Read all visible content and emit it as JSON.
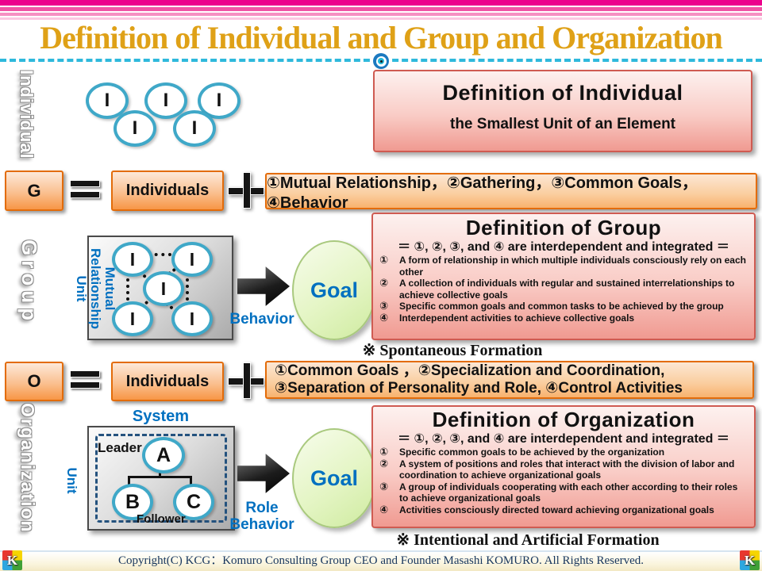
{
  "title": "Definition of Individual and Group and Organization",
  "individual": {
    "section_label": "Individual",
    "unit_letter": "I",
    "definition_title": "Definition of Individual",
    "definition_subtitle": "the Smallest Unit of an Element"
  },
  "group_formula": {
    "g": "G",
    "equals": "=",
    "individuals": "Individuals",
    "plus": "+",
    "components": "①Mutual Relationship，②Gathering，③Common Goals，④Behavior"
  },
  "group": {
    "section_label": "Group",
    "unit_letter": "I",
    "unit_label_line1": "Mutual",
    "unit_label_line2": "Relationship",
    "unit_label_line3": "Unit",
    "behavior_label": "Behavior",
    "goal_label": "Goal",
    "definition_title": "Definition of Group",
    "definition_subtitle": "＝ ①, ②, ③, and ④ are interdependent and integrated ＝",
    "items": [
      {
        "num": "①",
        "text": "A form of relationship in which multiple individuals consciously rely on each other"
      },
      {
        "num": "②",
        "text": "A collection of individuals with regular and sustained interrelationships to achieve collective goals"
      },
      {
        "num": "③",
        "text": "Specific common goals and common tasks to be achieved by the group"
      },
      {
        "num": "④",
        "text": "Interdependent activities to achieve collective goals"
      }
    ],
    "formation_note": "※ Spontaneous Formation"
  },
  "org_formula": {
    "o": "O",
    "equals": "=",
    "individuals": "Individuals",
    "plus": "+",
    "components_line1": "①Common Goals ，②Specialization and Coordination,",
    "components_line2": "③Separation of Personality and Role, ④Control Activities"
  },
  "organization": {
    "section_label": "Organization",
    "system_label": "System",
    "unit_label": "Unit",
    "leader_label": "Leader",
    "follower_label": "Follower",
    "node_a": "A",
    "node_b": "B",
    "node_c": "C",
    "role_label_line1": "Role",
    "role_label_line2": "Behavior",
    "goal_label": "Goal",
    "definition_title": "Definition of Organization",
    "definition_subtitle": "＝ ①, ②, ③, and ④ are interdependent and integrated ＝",
    "items": [
      {
        "num": "①",
        "text": "Specific common goals to be achieved by the organization"
      },
      {
        "num": "②",
        "text": "A system of positions and roles that interact with the division of labor and coordination to achieve organizational goals"
      },
      {
        "num": "③",
        "text": "A group of individuals cooperating with each other according to their roles to achieve organizational goals"
      },
      {
        "num": "④",
        "text": "Activities consciously directed toward achieving organizational goals"
      }
    ],
    "formation_note": "※ Intentional and Artificial Formation"
  },
  "footer": {
    "copyright": "Copyright(C)  KCG：Komuro Consulting Group  CEO and Founder  Masashi KOMURO. All Rights Reserved.",
    "logo_letter": "K"
  },
  "colors": {
    "header_magenta": "#EC008C",
    "title_gold": "#DFA117",
    "divider_cyan": "#2FB9DC",
    "blue_text": "#0070C0",
    "circle_teal": "#3FA8C8",
    "orange_box": "#F79646",
    "orange_border": "#E36C0A",
    "pink_card": "#F09A91",
    "pink_border": "#CF5B52",
    "goal_green": "#CFEBA0",
    "footer_navy": "#17365D"
  }
}
